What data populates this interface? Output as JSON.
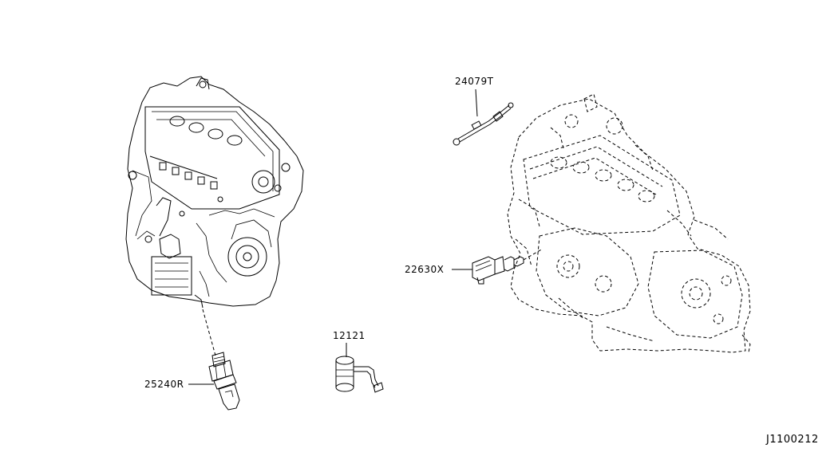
{
  "diagram": {
    "parts": [
      {
        "id": "part-24079t",
        "number": "24079T"
      },
      {
        "id": "part-22630x",
        "number": "22630X"
      },
      {
        "id": "part-12121",
        "number": "12121"
      },
      {
        "id": "part-25240r",
        "number": "25240R"
      }
    ],
    "figure_code": "J1100212"
  }
}
